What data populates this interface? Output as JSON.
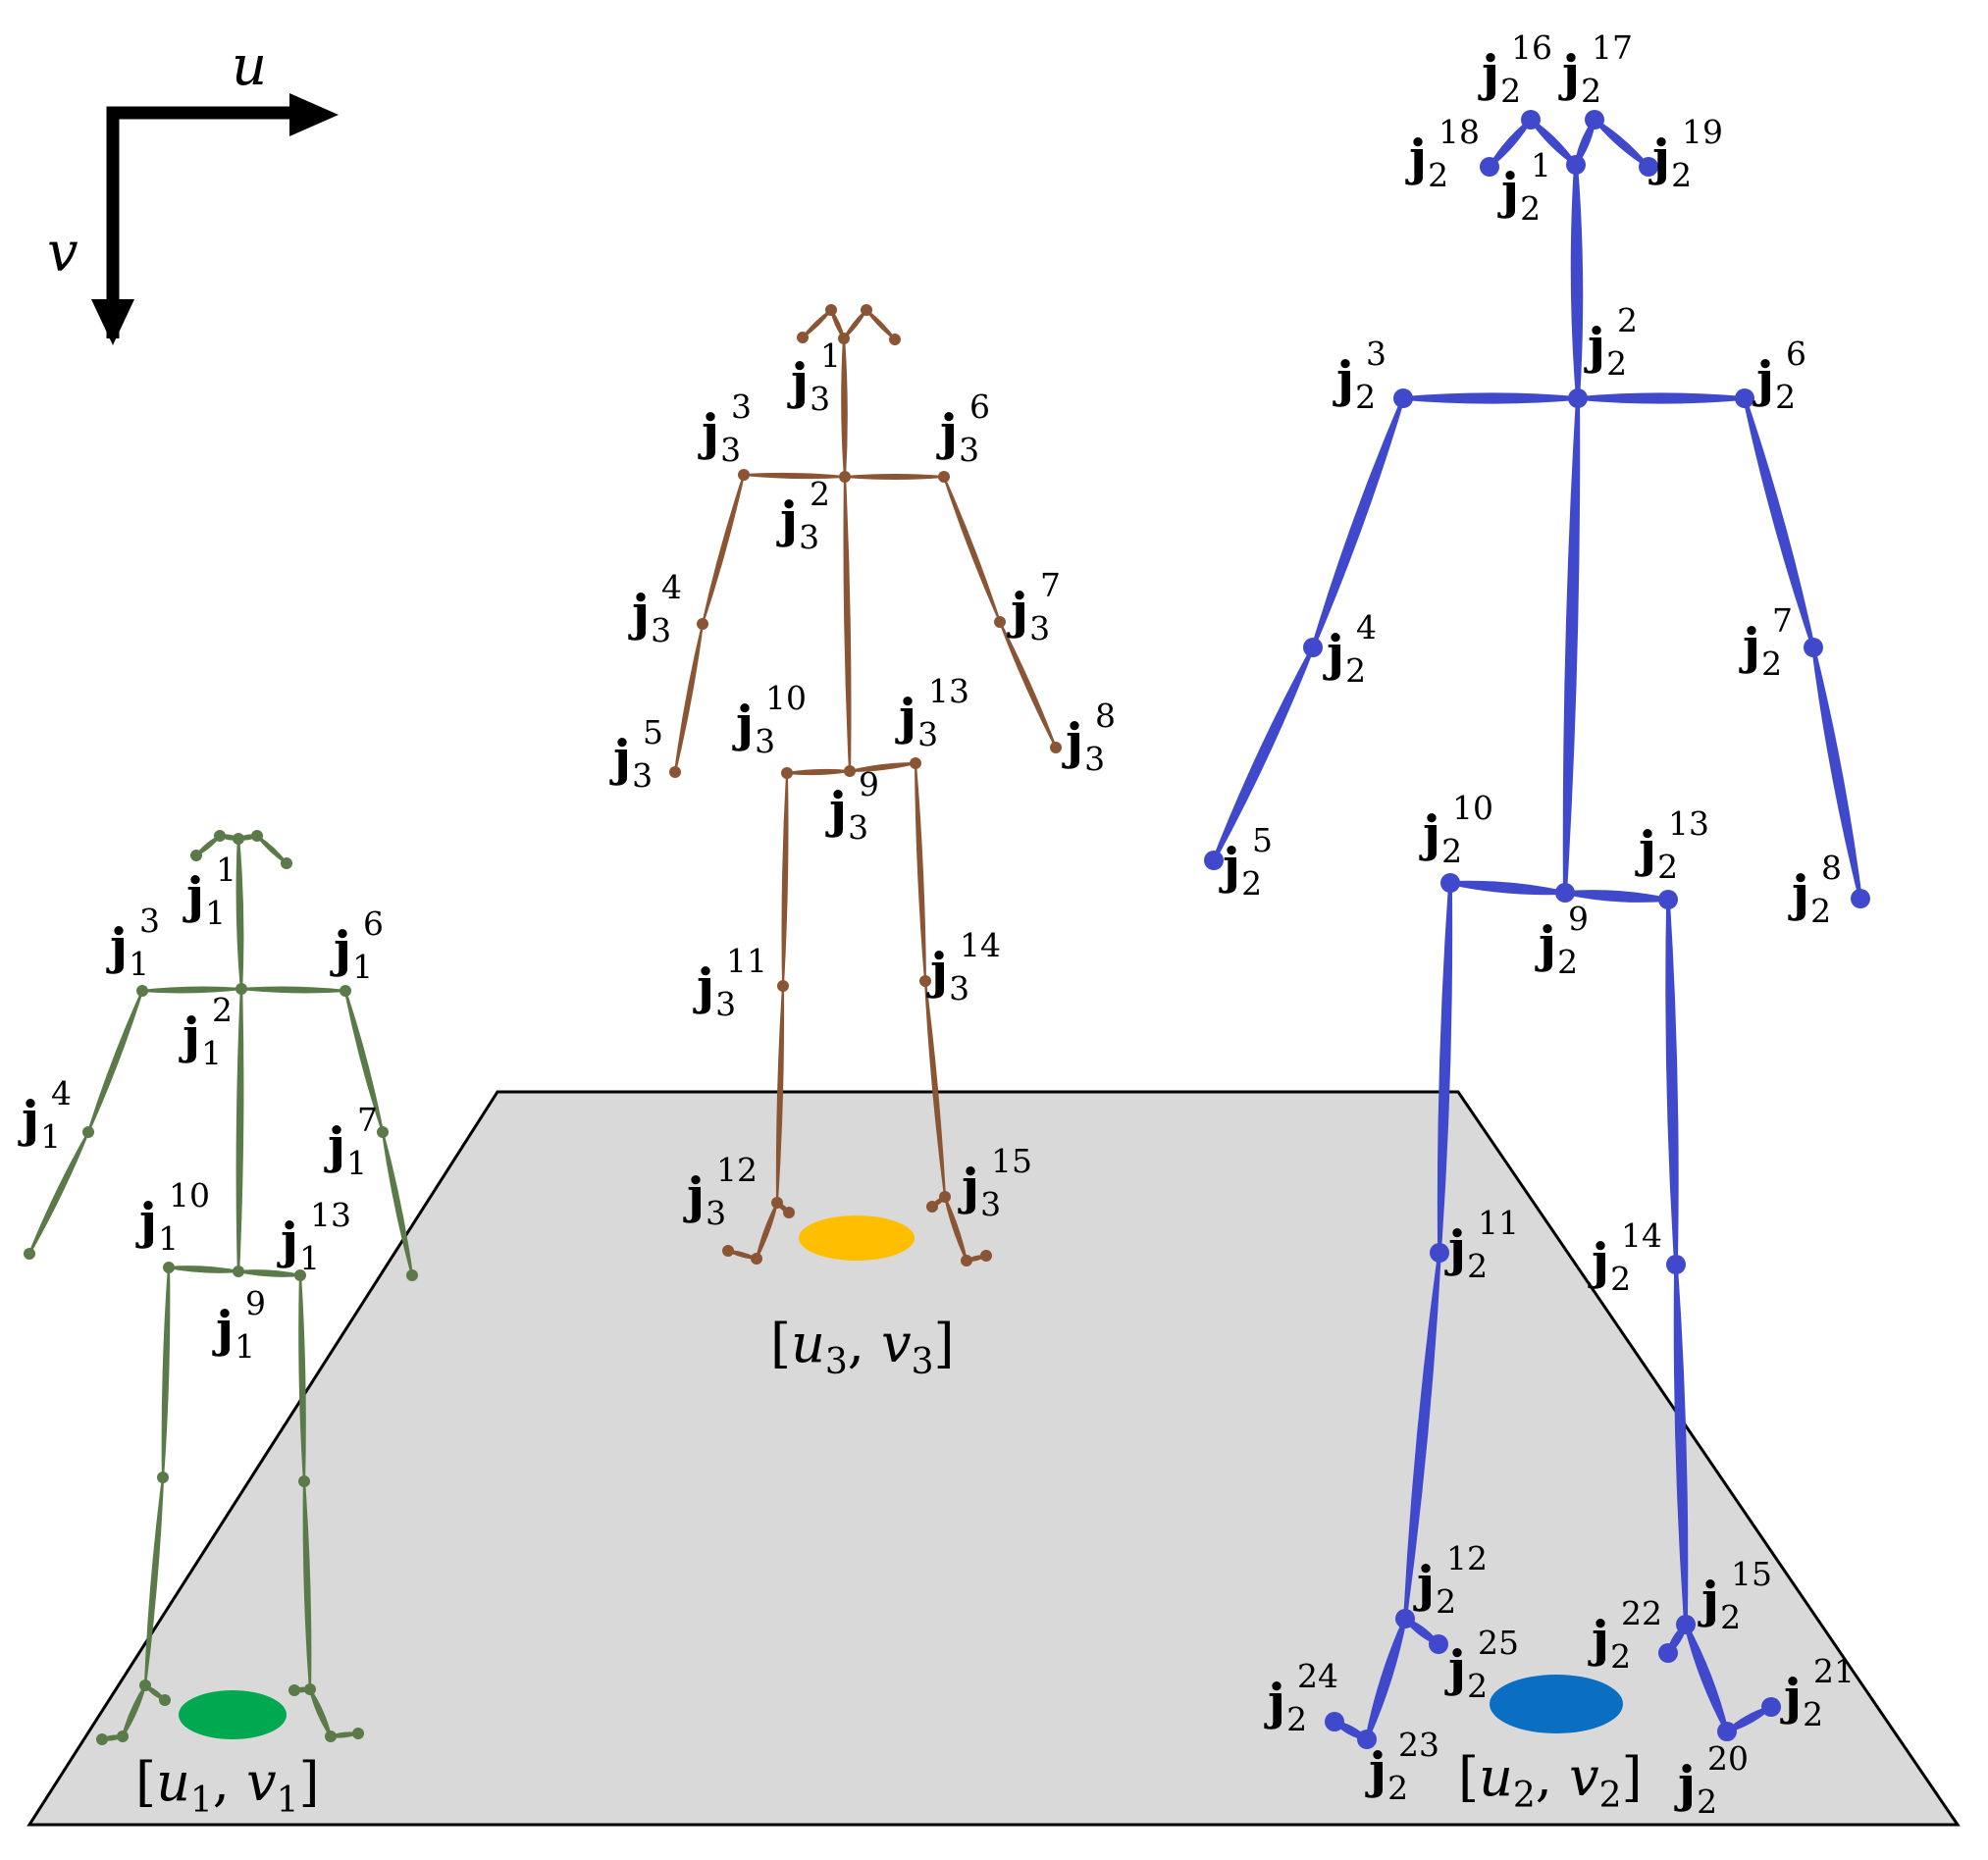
{
  "colors": {
    "floor_fill": "#d9d9d9",
    "floor_stroke": "#000000",
    "skeleton_1": "#5a7a4a",
    "skeleton_2": "#4048cc",
    "skeleton_3": "#8a5535",
    "foot_1": "#00a84f",
    "foot_2": "#0a6ec2",
    "foot_3": "#ffbf00"
  },
  "axes": {
    "u_label": "u",
    "v_label": "v"
  },
  "foot_labels": {
    "person_1": {
      "u": "u",
      "v": "v",
      "sub": "1"
    },
    "person_2": {
      "u": "u",
      "v": "v",
      "sub": "2"
    },
    "person_3": {
      "u": "u",
      "v": "v",
      "sub": "3"
    }
  },
  "joint_symbol": "j",
  "persons": [
    {
      "id": "1",
      "joint_labels": [
        "1",
        "2",
        "3",
        "4",
        "6",
        "7",
        "9",
        "10",
        "13"
      ]
    },
    {
      "id": "2",
      "joint_labels": [
        "1",
        "2",
        "3",
        "4",
        "5",
        "6",
        "7",
        "8",
        "9",
        "10",
        "11",
        "12",
        "13",
        "14",
        "15",
        "16",
        "17",
        "18",
        "19",
        "20",
        "21",
        "22",
        "23",
        "24",
        "25"
      ]
    },
    {
      "id": "3",
      "joint_labels": [
        "1",
        "2",
        "3",
        "4",
        "5",
        "6",
        "7",
        "8",
        "9",
        "10",
        "11",
        "12",
        "13",
        "14",
        "15"
      ]
    }
  ]
}
